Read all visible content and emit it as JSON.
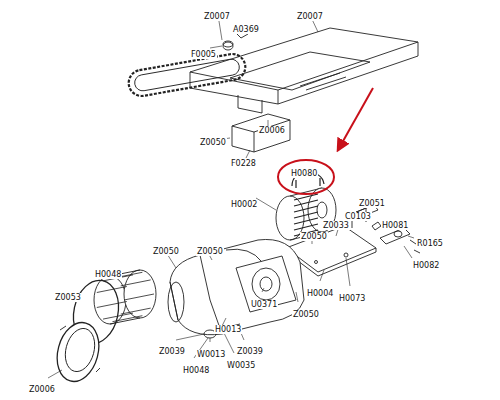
{
  "diagram": {
    "labels": [
      "Z0007",
      "A0369",
      "Z0007",
      "F0005",
      "Z0050",
      "Z0006",
      "F0228",
      "H0080",
      "H0002",
      "Z0051",
      "C0103",
      "Z0033",
      "H0081",
      "Z0050",
      "R0165",
      "H0082",
      "Z0050",
      "Z0050",
      "H0048",
      "H0004",
      "H0073",
      "Z0053",
      "U0371",
      "Z0050",
      "H0013",
      "Z0039",
      "W0013",
      "Z0039",
      "W0035",
      "H0048",
      "Z0006"
    ]
  }
}
